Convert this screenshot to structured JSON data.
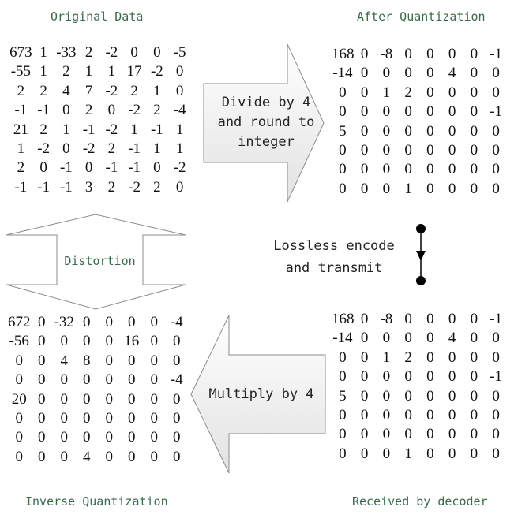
{
  "titles": {
    "original": "Original Data",
    "quantized": "After Quantization",
    "inverse": "Inverse Quantization",
    "received": "Received by decoder"
  },
  "arrows": {
    "divide": [
      "Divide by 4",
      "and round to",
      "integer"
    ],
    "multiply": "Multiply by 4",
    "distortion": "Distortion",
    "encode": [
      "Lossless encode",
      "and transmit"
    ]
  },
  "matrices": {
    "original": [
      [
        "673",
        "1",
        "-33",
        "2",
        "-2",
        "0",
        "0",
        "-5"
      ],
      [
        "-55",
        "1",
        "2",
        "1",
        "1",
        "17",
        "-2",
        "0"
      ],
      [
        "2",
        "2",
        "4",
        "7",
        "-2",
        "2",
        "1",
        "0"
      ],
      [
        "-1",
        "-1",
        "0",
        "2",
        "0",
        "-2",
        "2",
        "-4"
      ],
      [
        "21",
        "2",
        "1",
        "-1",
        "-2",
        "1",
        "-1",
        "1"
      ],
      [
        "1",
        "-2",
        "0",
        "-2",
        "2",
        "-1",
        "1",
        "1"
      ],
      [
        "2",
        "0",
        "-1",
        "0",
        "-1",
        "-1",
        "0",
        "-2"
      ],
      [
        "-1",
        "-1",
        "-1",
        "3",
        "2",
        "-2",
        "2",
        "0"
      ]
    ],
    "quantized": [
      [
        "168",
        "0",
        "-8",
        "0",
        "0",
        "0",
        "0",
        "-1"
      ],
      [
        "-14",
        "0",
        "0",
        "0",
        "0",
        "4",
        "0",
        "0"
      ],
      [
        "0",
        "0",
        "1",
        "2",
        "0",
        "0",
        "0",
        "0"
      ],
      [
        "0",
        "0",
        "0",
        "0",
        "0",
        "0",
        "0",
        "-1"
      ],
      [
        "5",
        "0",
        "0",
        "0",
        "0",
        "0",
        "0",
        "0"
      ],
      [
        "0",
        "0",
        "0",
        "0",
        "0",
        "0",
        "0",
        "0"
      ],
      [
        "0",
        "0",
        "0",
        "0",
        "0",
        "0",
        "0",
        "0"
      ],
      [
        "0",
        "0",
        "0",
        "1",
        "0",
        "0",
        "0",
        "0"
      ]
    ],
    "inverse": [
      [
        "672",
        "0",
        "-32",
        "0",
        "0",
        "0",
        "0",
        "-4"
      ],
      [
        "-56",
        "0",
        "0",
        "0",
        "0",
        "16",
        "0",
        "0"
      ],
      [
        "0",
        "0",
        "4",
        "8",
        "0",
        "0",
        "0",
        "0"
      ],
      [
        "0",
        "0",
        "0",
        "0",
        "0",
        "0",
        "0",
        "-4"
      ],
      [
        "20",
        "0",
        "0",
        "0",
        "0",
        "0",
        "0",
        "0"
      ],
      [
        "0",
        "0",
        "0",
        "0",
        "0",
        "0",
        "0",
        "0"
      ],
      [
        "0",
        "0",
        "0",
        "0",
        "0",
        "0",
        "0",
        "0"
      ],
      [
        "0",
        "0",
        "0",
        "4",
        "0",
        "0",
        "0",
        "0"
      ]
    ],
    "received": [
      [
        "168",
        "0",
        "-8",
        "0",
        "0",
        "0",
        "0",
        "-1"
      ],
      [
        "-14",
        "0",
        "0",
        "0",
        "0",
        "4",
        "0",
        "0"
      ],
      [
        "0",
        "0",
        "1",
        "2",
        "0",
        "0",
        "0",
        "0"
      ],
      [
        "0",
        "0",
        "0",
        "0",
        "0",
        "0",
        "0",
        "-1"
      ],
      [
        "5",
        "0",
        "0",
        "0",
        "0",
        "0",
        "0",
        "0"
      ],
      [
        "0",
        "0",
        "0",
        "0",
        "0",
        "0",
        "0",
        "0"
      ],
      [
        "0",
        "0",
        "0",
        "0",
        "0",
        "0",
        "0",
        "0"
      ],
      [
        "0",
        "0",
        "0",
        "1",
        "0",
        "0",
        "0",
        "0"
      ]
    ]
  },
  "colors": {
    "title_text": "#3a6b4a",
    "matrix_text": "#111111",
    "arrow_stroke": "#8c8c8c",
    "arrow_fill_top": "#ffffff",
    "arrow_fill_bottom": "#e2e2e2",
    "encoder_line": "#000000"
  }
}
